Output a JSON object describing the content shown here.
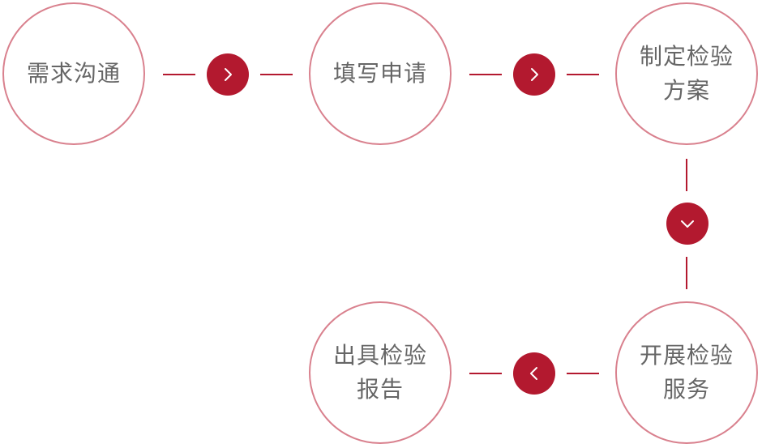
{
  "colors": {
    "circle_border": "#d9818e",
    "accent": "#b3192f",
    "text": "#666666",
    "chevron": "#ffffff"
  },
  "steps": [
    {
      "label": "需求沟通"
    },
    {
      "label": "填写申请"
    },
    {
      "label": "制定检验\n方案"
    },
    {
      "label": "开展检验\n服务"
    },
    {
      "label": "出具检验\n报告"
    }
  ],
  "connectors": [
    {
      "icon": "chevron-right-icon",
      "direction": "right"
    },
    {
      "icon": "chevron-right-icon",
      "direction": "right"
    },
    {
      "icon": "chevron-down-icon",
      "direction": "down"
    },
    {
      "icon": "chevron-left-icon",
      "direction": "left"
    }
  ]
}
